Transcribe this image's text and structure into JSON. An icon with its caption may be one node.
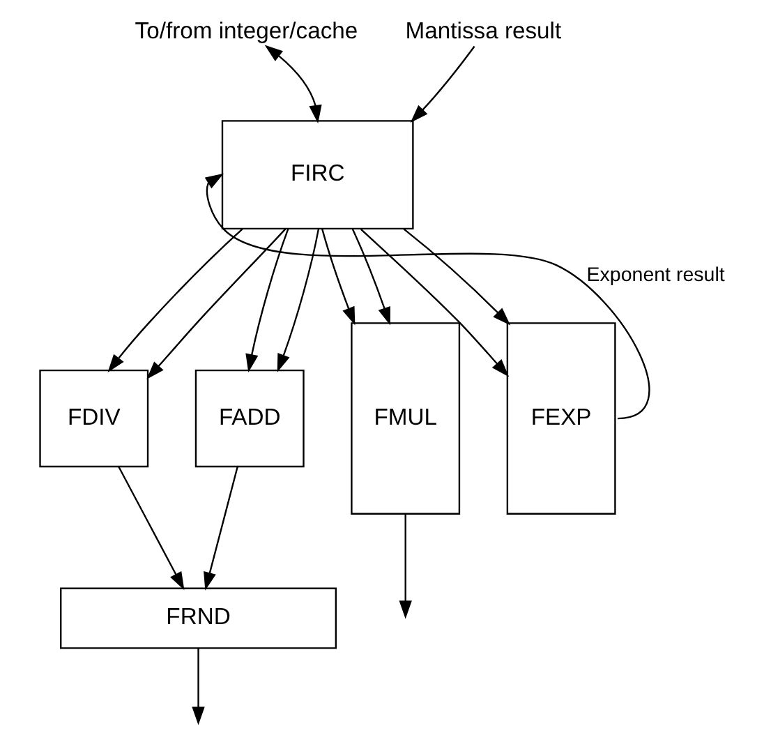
{
  "diagram": {
    "nodes": [
      {
        "text": [
          "FIRC"
        ]
      },
      {
        "text": [
          "FEXP"
        ]
      },
      {
        "text": [
          "FADD"
        ]
      },
      {
        "text": [
          "FDIV"
        ]
      },
      {
        "text": [
          "FMUL"
        ]
      },
      {
        "text": [
          "FRND"
        ]
      }
    ],
    "edges": [
      {
        "from": null,
        "to": 0,
        "arrow": "to",
        "label": "Mantissa result"
      },
      {
        "from": 1,
        "to": 0,
        "arrow": "to",
        "label": "Exponent result"
      },
      {
        "from": null,
        "to": 0,
        "arrow": "both",
        "label": "To/from integer/cache"
      },
      {
        "from": 0,
        "to": 1,
        "arrow": "to"
      },
      {
        "from": 0,
        "to": 1,
        "arrow": "to"
      },
      {
        "from": 0,
        "to": 2,
        "arrow": "to"
      },
      {
        "from": 0,
        "to": 2,
        "arrow": "to"
      },
      {
        "from": 0,
        "to": 3,
        "arrow": "to"
      },
      {
        "from": 0,
        "to": 3,
        "arrow": "to"
      },
      {
        "from": 0,
        "to": 4,
        "arrow": "to"
      },
      {
        "from": 0,
        "to": 4,
        "arrow": "to"
      },
      {
        "from": 2,
        "to": 5,
        "arrow": "to"
      },
      {
        "from": 3,
        "to": 5,
        "arrow": "to"
      },
      {
        "from": 5,
        "to": null,
        "arrow": "to"
      },
      {
        "from": 4,
        "to": null,
        "arrow": "to"
      }
    ]
  }
}
